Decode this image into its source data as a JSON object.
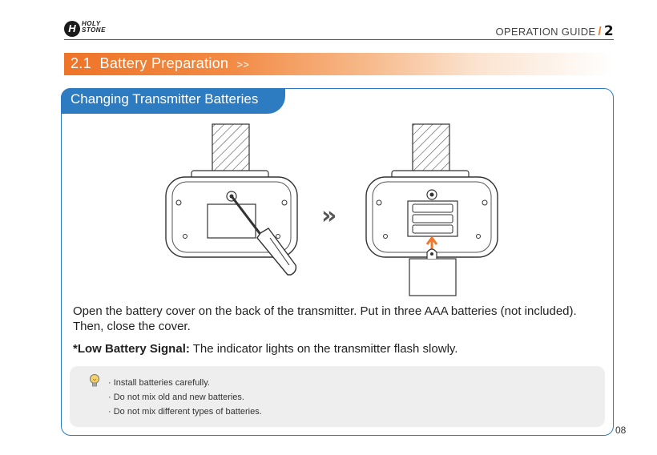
{
  "header": {
    "brand_line1": "HOLY",
    "brand_line2": "STONE",
    "guide_label": "OPERATION GUIDE",
    "slash": "/",
    "guide_number": "2"
  },
  "section": {
    "number": "2.1",
    "title": "Battery Preparation",
    "arrows": ">>"
  },
  "card": {
    "tab_title": "Changing Transmitter Batteries",
    "body": "Open the battery cover on the back of the transmitter. Put in three AAA batteries (not included). Then, close the cover.",
    "signal_label": "*Low Battery Signal:",
    "signal_text": " The indicator lights on the transmitter flash slowly.",
    "notes": [
      "· Install batteries carefully.",
      "· Do not mix old and new batteries.",
      "· Do not mix different types of batteries."
    ]
  },
  "illustration": {
    "arrow_glyph": "»",
    "icons": [
      "transmitter-back-icon",
      "screwdriver-icon",
      "battery-compartment-icon",
      "battery-cover-icon",
      "lightbulb-icon"
    ]
  },
  "colors": {
    "accent_orange": "#ee7428",
    "accent_blue": "#2d7bc0"
  },
  "page": {
    "number": "08"
  }
}
